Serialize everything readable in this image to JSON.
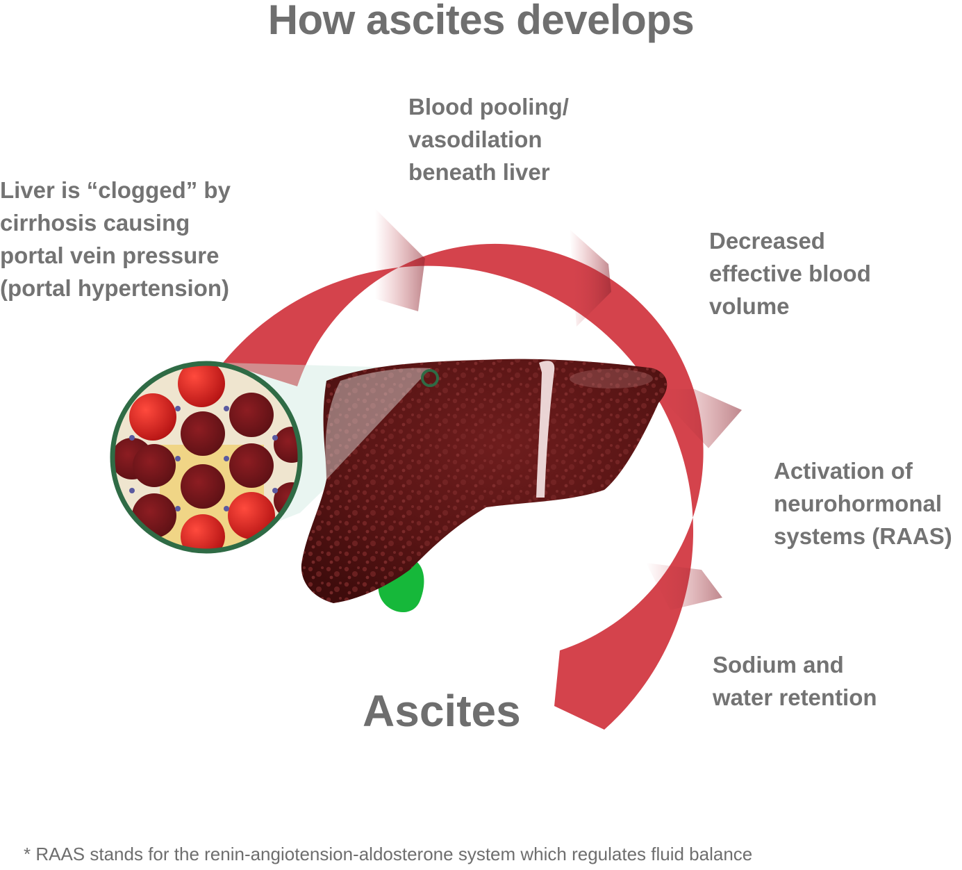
{
  "title": "How ascites develops",
  "steps": [
    {
      "lines": [
        "Liver is “clogged” by",
        "cirrhosis causing",
        "portal vein pressure",
        "(portal hypertension)"
      ]
    },
    {
      "lines": [
        "Blood pooling/",
        "vasodilation",
        "beneath liver"
      ]
    },
    {
      "lines": [
        "Decreased",
        "effective blood",
        "volume"
      ]
    },
    {
      "lines": [
        "Activation of",
        "neurohormonal",
        "systems (RAAS)"
      ]
    },
    {
      "lines": [
        "Sodium and",
        "water retention"
      ]
    }
  ],
  "outcome": "Ascites",
  "footnote": "* RAAS stands for the renin-angiotension-aldosterone system which regulates fluid balance",
  "colors": {
    "cycle_arrow": "#d4434c",
    "cycle_arrow_shadow": "#9f2b35",
    "liver": "#5b1616",
    "gallbladder": "#16b83a",
    "magnifier_ring": "#2f6b45",
    "cell_red": "#c8202a",
    "text": "#707070"
  },
  "icons": [
    "cycle-arrow",
    "liver-illustration",
    "gallbladder",
    "magnifier-cross-section"
  ]
}
